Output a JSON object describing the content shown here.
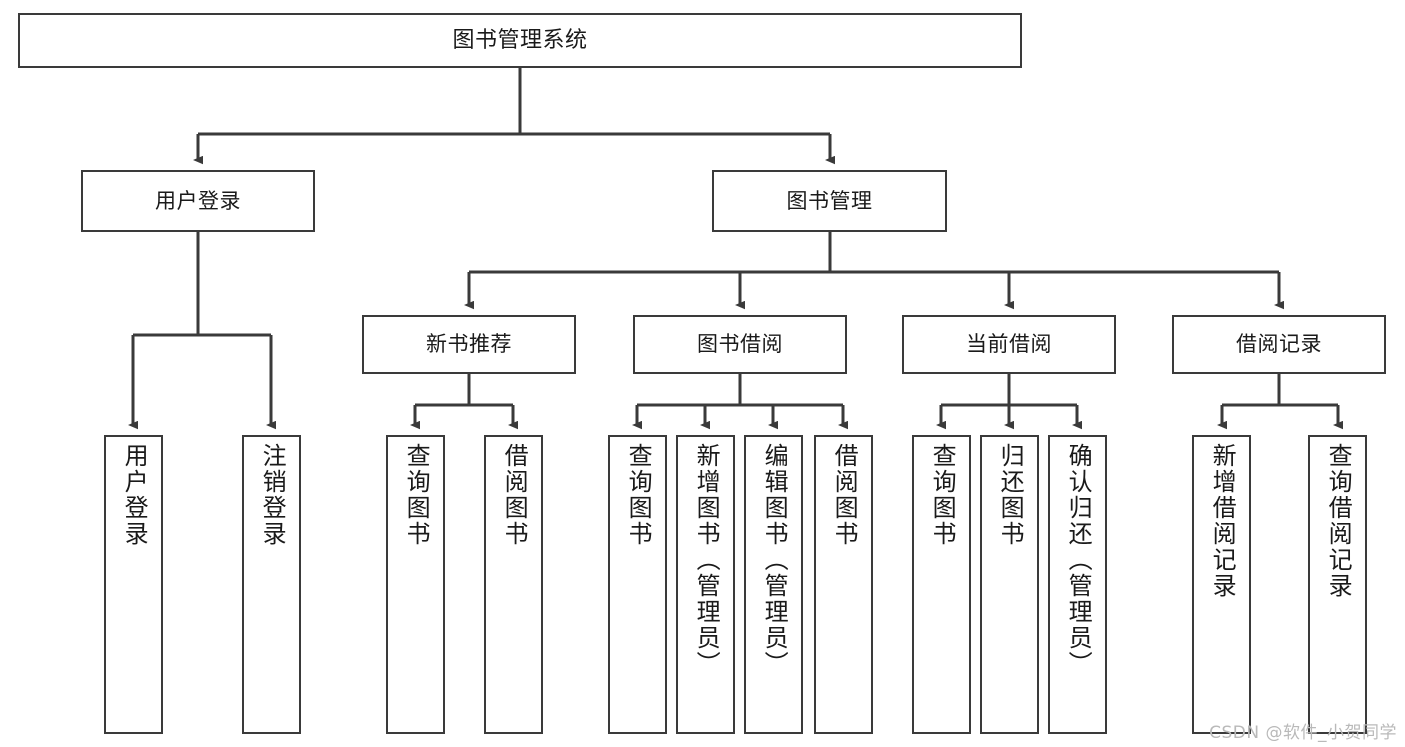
{
  "diagram": {
    "title": "图书管理系统",
    "type": "tree-hierarchy-chart",
    "orientation": "top-down",
    "colors": {
      "background": "#ffffff",
      "node_fill": "#ffffff",
      "node_border": "#3a3a3a",
      "connector": "#3a3a3a",
      "text": "#1a1a1a",
      "watermark": "#b9b9b9"
    }
  },
  "root": {
    "label": "图书管理系统"
  },
  "level2": [
    {
      "label": "用户登录"
    },
    {
      "label": "图书管理"
    }
  ],
  "level3": [
    {
      "label": "新书推荐"
    },
    {
      "label": "图书借阅"
    },
    {
      "label": "当前借阅"
    },
    {
      "label": "借阅记录"
    }
  ],
  "leaves": {
    "user_login": [
      {
        "label": "用户登录"
      },
      {
        "label": "注销登录"
      }
    ],
    "new_book_recommend": [
      {
        "label": "查询图书"
      },
      {
        "label": "借阅图书"
      }
    ],
    "book_borrow": [
      {
        "label": "查询图书"
      },
      {
        "label": "新增图书（管理员）"
      },
      {
        "label": "编辑图书（管理员）"
      },
      {
        "label": "借阅图书"
      }
    ],
    "current_borrow": [
      {
        "label": "查询图书"
      },
      {
        "label": "归还图书"
      },
      {
        "label": "确认归还（管理员）"
      }
    ],
    "borrow_record": [
      {
        "label": "新增借阅记录"
      },
      {
        "label": "查询借阅记录"
      }
    ]
  },
  "watermark": {
    "text": "CSDN @软件_小贺同学"
  }
}
